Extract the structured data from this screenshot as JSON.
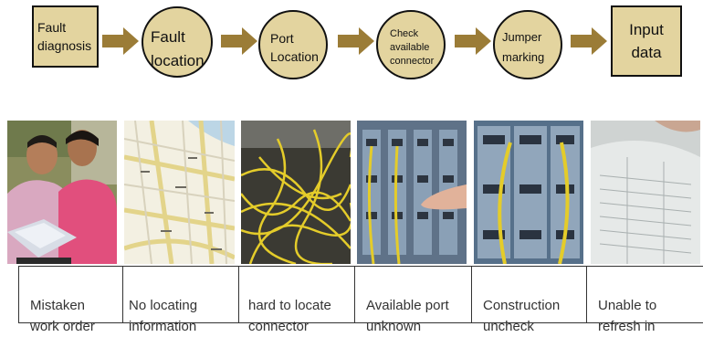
{
  "flow": {
    "steps": [
      {
        "label": "Fault\ndiagnosis"
      },
      {
        "label": "Fault\nlocation"
      },
      {
        "label": "Port\nLocation"
      },
      {
        "label": "Check\navailable\nconnector"
      },
      {
        "label": "Jumper\nmarking"
      },
      {
        "label": "Input\ndata"
      }
    ]
  },
  "photos": [
    {
      "subject": "two people reviewing a work order"
    },
    {
      "subject": "street map"
    },
    {
      "subject": "tangled yellow fiber jumpers"
    },
    {
      "subject": "patch panel with available port"
    },
    {
      "subject": "fiber jumpers on patch panel"
    },
    {
      "subject": "paper records"
    }
  ],
  "issues": [
    {
      "label": "Mistaken\nwork order"
    },
    {
      "label": "No locating\ninformation"
    },
    {
      "label": "hard to locate\nconnector"
    },
    {
      "label": "Available port\nunknown"
    },
    {
      "label": "Construction\nuncheck"
    },
    {
      "label": "Unable to\nrefresh in"
    }
  ],
  "colors": {
    "node_fill": "#e3d49f",
    "arrow_fill": "#9b7c37",
    "fiber": "#e4cc2a"
  }
}
